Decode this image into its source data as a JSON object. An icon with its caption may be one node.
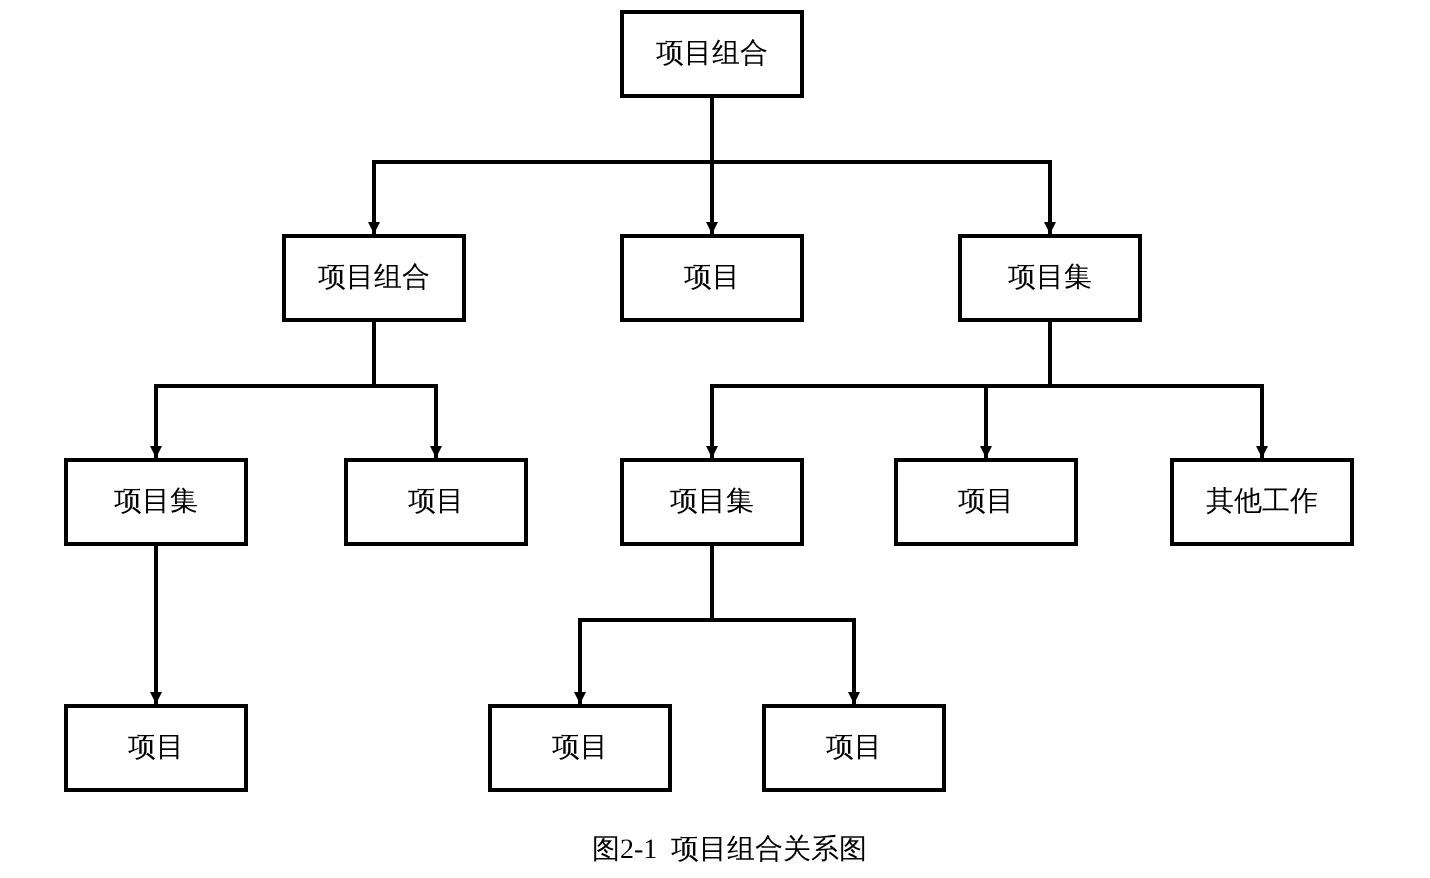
{
  "diagram": {
    "caption": "图2-1  项目组合关系图",
    "nodes": [
      {
        "text": [
          "项目组合"
        ]
      },
      {
        "text": [
          "项目组合"
        ]
      },
      {
        "text": [
          "项目"
        ]
      },
      {
        "text": [
          "项目集"
        ]
      },
      {
        "text": [
          "项目集"
        ]
      },
      {
        "text": [
          "项目"
        ]
      },
      {
        "text": [
          "项目集"
        ]
      },
      {
        "text": [
          "项目"
        ]
      },
      {
        "text": [
          "其他工作"
        ]
      },
      {
        "text": [
          "项目"
        ]
      },
      {
        "text": [
          "项目"
        ]
      },
      {
        "text": [
          "项目"
        ]
      }
    ],
    "edges": [
      {
        "from": 0,
        "to": 1,
        "arrow": "to"
      },
      {
        "from": 0,
        "to": 2,
        "arrow": "to"
      },
      {
        "from": 0,
        "to": 3,
        "arrow": "to"
      },
      {
        "from": 1,
        "to": 4,
        "arrow": "to"
      },
      {
        "from": 1,
        "to": 5,
        "arrow": "to"
      },
      {
        "from": 3,
        "to": 6,
        "arrow": "to"
      },
      {
        "from": 3,
        "to": 7,
        "arrow": "to"
      },
      {
        "from": 3,
        "to": 8,
        "arrow": "to"
      },
      {
        "from": 4,
        "to": 9,
        "arrow": "to"
      },
      {
        "from": 6,
        "to": 10,
        "arrow": "to"
      },
      {
        "from": 6,
        "to": 11,
        "arrow": "to"
      }
    ]
  }
}
